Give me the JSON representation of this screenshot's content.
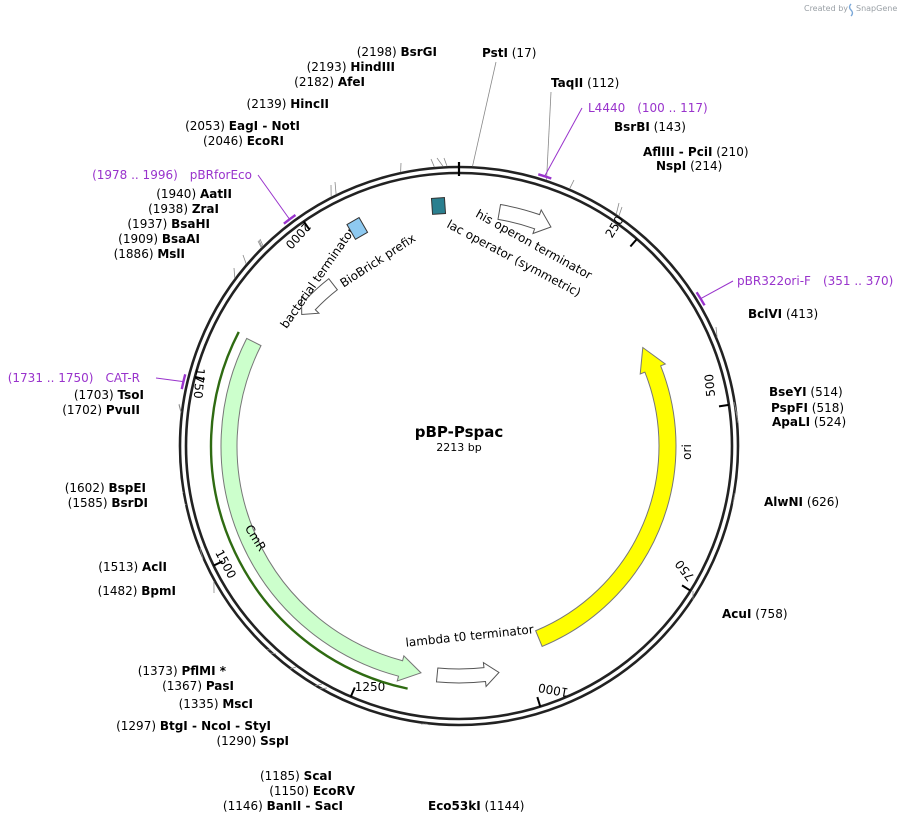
{
  "title": "pBP-Pspac",
  "length_label": "2213 bp",
  "credit_text": "Created by",
  "credit_brand": "SnapGene",
  "colors": {
    "backbone": "#222222",
    "primer": "#9933cc",
    "ori_fill": "#ffff00",
    "cmr_fill": "#ccffcc",
    "lac_op": "#2a7f8f",
    "biobrick": "#8ec9f0",
    "arrow_fill": "#ffffff"
  },
  "ticks": [
    "250",
    "500",
    "750",
    "1000",
    "1250",
    "1500",
    "1750",
    "2000"
  ],
  "enzymes": [
    {
      "pos": "(17)",
      "parts": [
        "PstI"
      ]
    },
    {
      "pos": "(112)",
      "parts": [
        "TaqII"
      ]
    },
    {
      "pos": "(143)",
      "parts": [
        "BsrBI"
      ]
    },
    {
      "pos": "(210)",
      "parts": [
        "AflIII",
        "PciI"
      ]
    },
    {
      "pos": "(214)",
      "parts": [
        "NspI"
      ]
    },
    {
      "pos": "(413)",
      "parts": [
        "BclVI"
      ]
    },
    {
      "pos": "(514)",
      "parts": [
        "BseYI"
      ]
    },
    {
      "pos": "(518)",
      "parts": [
        "PspFI"
      ]
    },
    {
      "pos": "(524)",
      "parts": [
        "ApaLI"
      ]
    },
    {
      "pos": "(626)",
      "parts": [
        "AlwNI"
      ]
    },
    {
      "pos": "(758)",
      "parts": [
        "AcuI"
      ]
    },
    {
      "pos": "(1144)",
      "parts": [
        "Eco53kI"
      ]
    },
    {
      "pos": "(1146)",
      "parts": [
        "BanII",
        "SacI"
      ]
    },
    {
      "pos": "(1150)",
      "parts": [
        "EcoRV"
      ]
    },
    {
      "pos": "(1185)",
      "parts": [
        "ScaI"
      ]
    },
    {
      "pos": "(1290)",
      "parts": [
        "SspI"
      ]
    },
    {
      "pos": "(1297)",
      "parts": [
        "BtgI",
        "NcoI",
        "StyI"
      ]
    },
    {
      "pos": "(1335)",
      "parts": [
        "MscI"
      ]
    },
    {
      "pos": "(1367)",
      "parts": [
        "PasI"
      ]
    },
    {
      "pos": "(1373)",
      "parts": [
        "PflMI *"
      ]
    },
    {
      "pos": "(1482)",
      "parts": [
        "BpmI"
      ]
    },
    {
      "pos": "(1513)",
      "parts": [
        "AclI"
      ]
    },
    {
      "pos": "(1585)",
      "parts": [
        "BsrDI"
      ]
    },
    {
      "pos": "(1602)",
      "parts": [
        "BspEI"
      ]
    },
    {
      "pos": "(1702)",
      "parts": [
        "PvuII"
      ]
    },
    {
      "pos": "(1703)",
      "parts": [
        "TsoI"
      ]
    },
    {
      "pos": "(1886)",
      "parts": [
        "MslI"
      ]
    },
    {
      "pos": "(1909)",
      "parts": [
        "BsaAI"
      ]
    },
    {
      "pos": "(1937)",
      "parts": [
        "BsaHI"
      ]
    },
    {
      "pos": "(1938)",
      "parts": [
        "ZraI"
      ]
    },
    {
      "pos": "(1940)",
      "parts": [
        "AatII"
      ]
    },
    {
      "pos": "(2046)",
      "parts": [
        "EcoRI"
      ]
    },
    {
      "pos": "(2053)",
      "parts": [
        "EagI",
        "NotI"
      ]
    },
    {
      "pos": "(2139)",
      "parts": [
        "HincII"
      ]
    },
    {
      "pos": "(2182)",
      "parts": [
        "AfeI"
      ]
    },
    {
      "pos": "(2193)",
      "parts": [
        "HindIII"
      ]
    },
    {
      "pos": "(2198)",
      "parts": [
        "BsrGI"
      ]
    }
  ],
  "primers": [
    {
      "name": "L4440",
      "range": "(100 .. 117)"
    },
    {
      "name": "pBR322ori-F",
      "range": "(351 .. 370)"
    },
    {
      "name": "CAT-R",
      "range": "(1731 .. 1750)"
    },
    {
      "name": "pBRforEco",
      "range": "(1978 .. 1996)"
    }
  ],
  "features": [
    {
      "name": "ori",
      "start": 380,
      "end": 968,
      "color": "yellow"
    },
    {
      "name": "CmR",
      "start": 1165,
      "end": 1825,
      "color": "green"
    },
    {
      "name": "lambda t0 terminator",
      "start": 1045,
      "end": 1140
    },
    {
      "name": "his operon terminator",
      "start": 60,
      "end": 140
    },
    {
      "name": "lac operator (symmetric)",
      "start": 2193,
      "end": 2212
    },
    {
      "name": "bacterial terminator",
      "start": 1905,
      "end": 1980
    },
    {
      "name": "BioBrick prefix",
      "start": 2016,
      "end": 2037
    }
  ]
}
